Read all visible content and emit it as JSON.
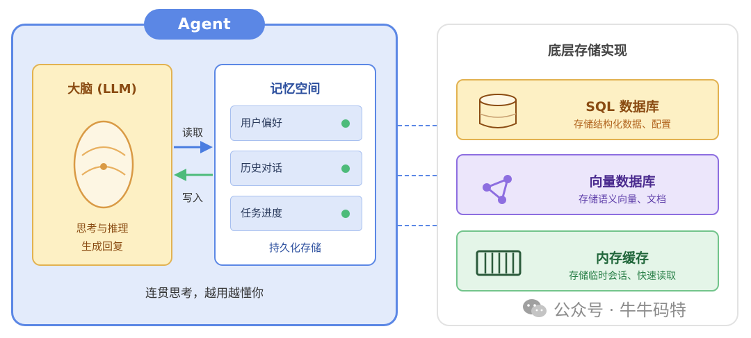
{
  "agent": {
    "tab_label": "Agent",
    "footer": "连贯思考，越用越懂你"
  },
  "brain": {
    "title": "大脑 (LLM)",
    "caption_line1": "思考与推理",
    "caption_line2": "生成回复"
  },
  "flow": {
    "read_label": "读取",
    "write_label": "写入"
  },
  "memory": {
    "title": "记忆空间",
    "items": [
      {
        "label": "用户偏好"
      },
      {
        "label": "历史对话"
      },
      {
        "label": "任务进度"
      }
    ],
    "footer": "持久化存储"
  },
  "storage": {
    "title": "底层存储实现",
    "cards": [
      {
        "name": "SQL 数据库",
        "desc": "存储结构化数据、配置",
        "icon": "database-icon"
      },
      {
        "name": "向量数据库",
        "desc": "存储语义向量、文档",
        "icon": "vector-graph-icon"
      },
      {
        "name": "内存缓存",
        "desc": "存储临时会话、快速读取",
        "icon": "memory-chip-icon"
      }
    ]
  },
  "watermark": {
    "text": "公众号 · 牛牛码特",
    "icon": "wechat-icon"
  },
  "colors": {
    "agent_blue": "#5b87e5",
    "agent_bg": "#e3ebfb",
    "brain_yellow": "#fdf0c4",
    "brain_border": "#e2b251",
    "vector_purple": "#8d6ee0",
    "cache_green": "#72c48b",
    "status_dot": "#4dbb7a"
  }
}
